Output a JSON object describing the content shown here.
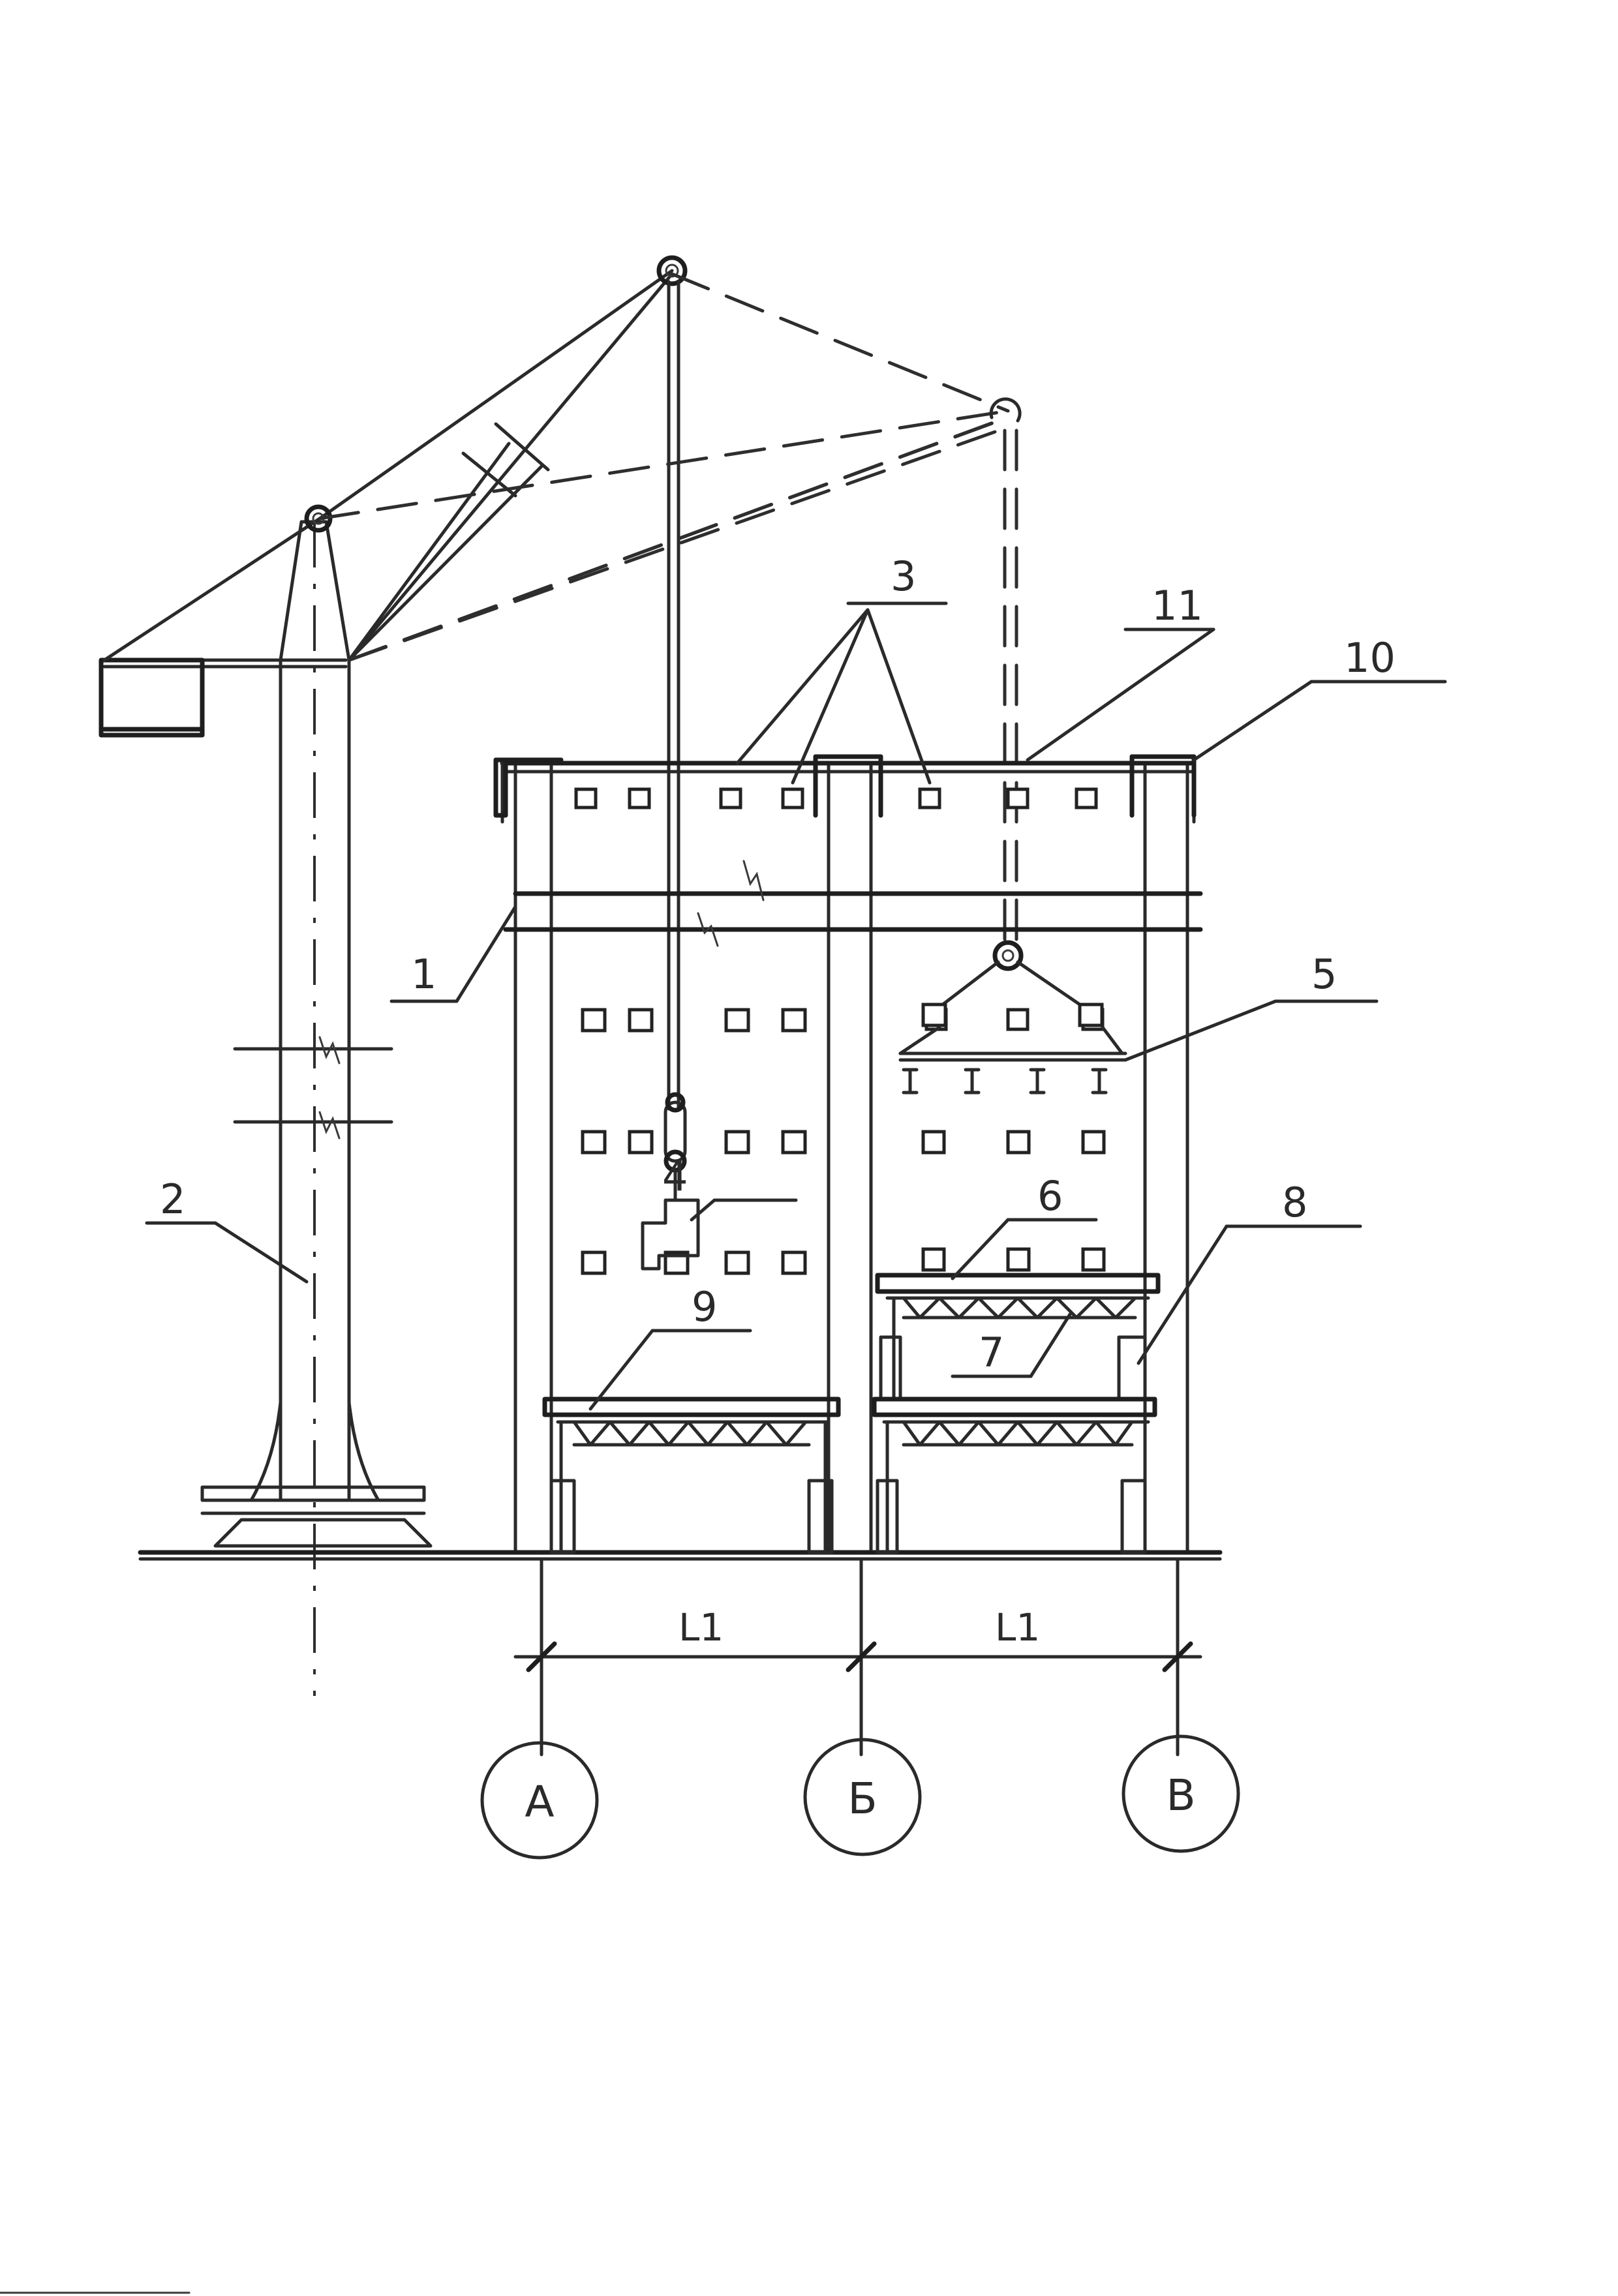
{
  "labels": {
    "l1": "1",
    "l2": "2",
    "l3": "3",
    "l4": "4",
    "l5": "5",
    "l6": "6",
    "l7": "7",
    "l8": "8",
    "l9": "9",
    "l10": "10",
    "l11": "11"
  },
  "dimensions": {
    "span_left": "L1",
    "span_right": "L1"
  },
  "axes": {
    "a": "A",
    "b": "Б",
    "c": "В"
  }
}
